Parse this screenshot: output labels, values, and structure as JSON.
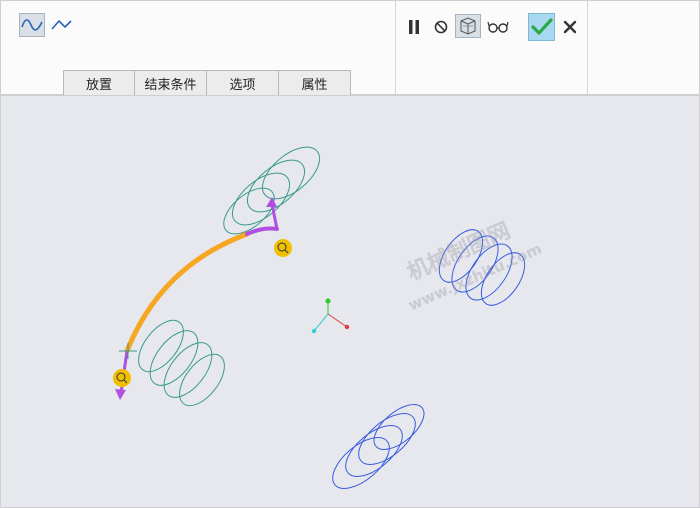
{
  "toolbar": {
    "left_icons": [
      "sine-wave-icon",
      "triangle-wave-icon"
    ],
    "tabs": [
      "放置",
      "结束条件",
      "选项",
      "属性"
    ],
    "right_icons": [
      "pause-icon",
      "no-entry-icon",
      "preview-icon",
      "glasses-icon",
      "checkmark-icon",
      "close-icon"
    ],
    "confirm_color": "#2aa84a",
    "confirm_bg": "#a8d9f0"
  },
  "watermark": {
    "line1": "机械制图网",
    "line2": "www.jxzhitu.com"
  },
  "colors": {
    "teal_helix": "#3a9a8c",
    "blue_helix": "#3a5ce0",
    "orange_path": "#f5a623",
    "purple_handle": "#b04fe0",
    "marker_fill": "#f0c000"
  }
}
